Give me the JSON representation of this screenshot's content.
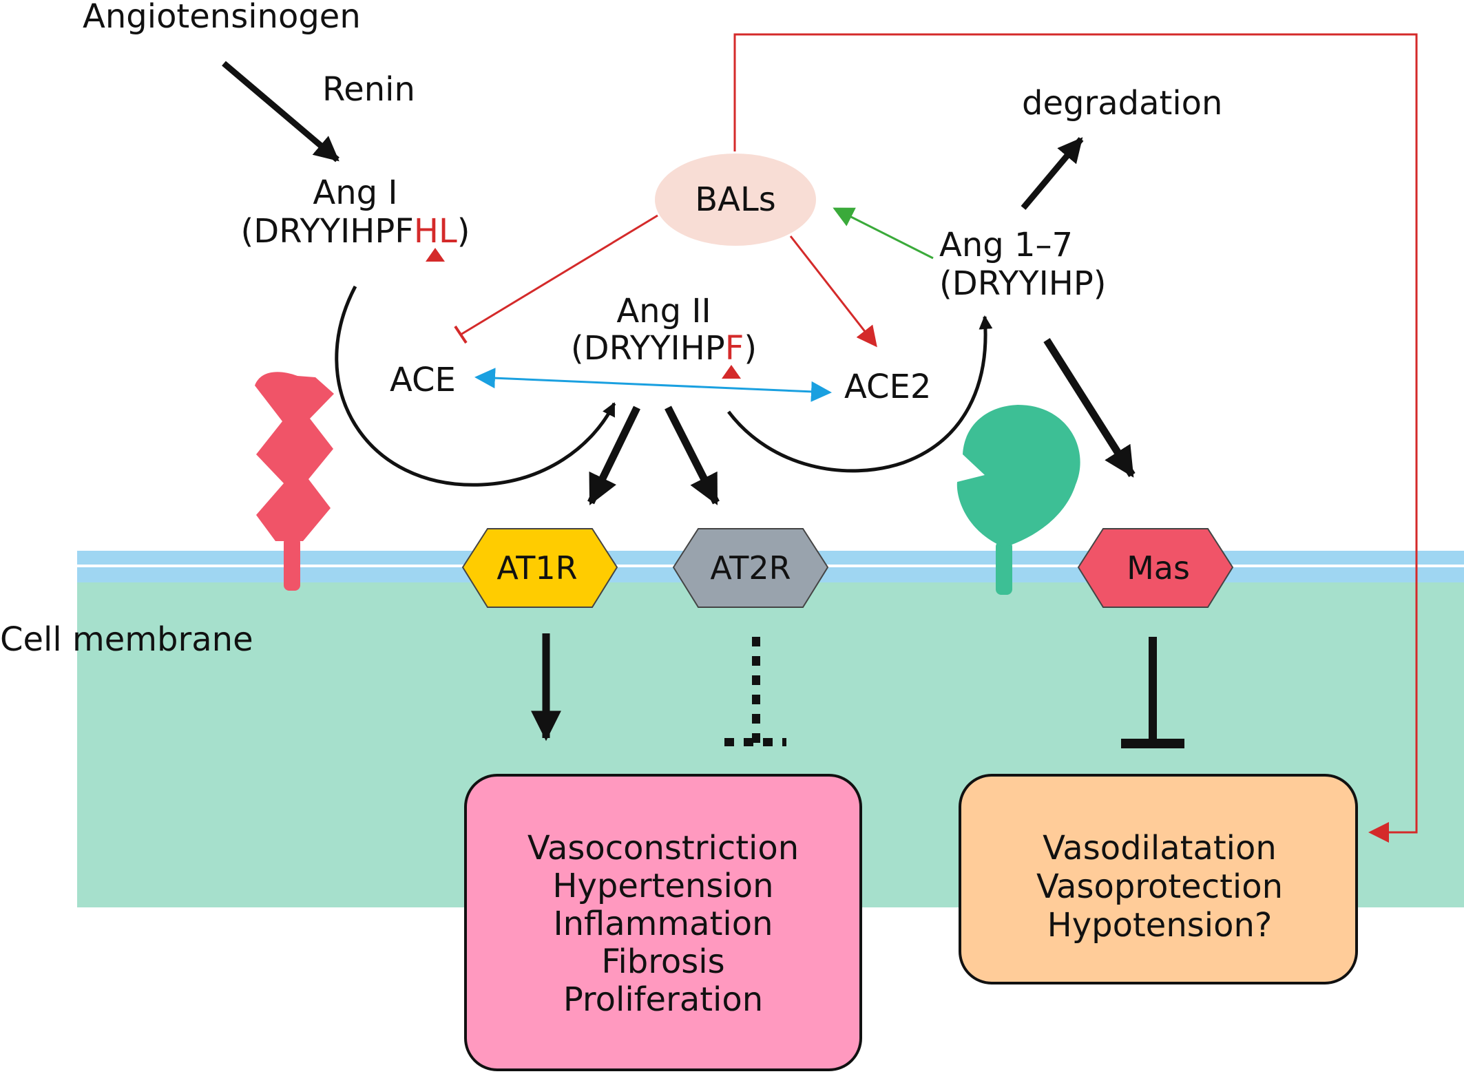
{
  "labels": {
    "angiotensinogen": "Angiotensinogen",
    "renin": "Renin",
    "ang1_name": "Ang I",
    "ang1_seq_open": "(DRYYIHPF",
    "ang1_seq_cut": "HL",
    "ang1_seq_close": ")",
    "bals": "BALs",
    "degradation": "degradation",
    "ang17_name": "Ang 1–7",
    "ang17_seq": "(DRYYIHP)",
    "ang2_name": "Ang II",
    "ang2_seq_open": "(DRYYIHP",
    "ang2_seq_cut": "F",
    "ang2_seq_close": ")",
    "ace": "ACE",
    "ace2": "ACE2",
    "cell_membrane": "Cell membrane"
  },
  "receptors": {
    "at1r": "AT1R",
    "at2r": "AT2R",
    "mas": "Mas"
  },
  "effects": {
    "left": [
      "Vasoconstriction",
      "Hypertension",
      "Inflammation",
      "Fibrosis",
      "Proliferation"
    ],
    "right": [
      "Vasodilatation",
      "Vasoprotection",
      "Hypotension?"
    ]
  },
  "colors": {
    "membrane_blue": "#9fd6f2",
    "cytoplasm": "#a6e0cc",
    "ace_enzyme": "#f05468",
    "ace2_enzyme": "#3dbf95",
    "at1r": "#ffcc00",
    "at2r": "#99a3ad",
    "mas": "#f05468",
    "bals_ellipse": "#f8ddd5",
    "effects_left": "#ff99bf",
    "effects_right": "#ffcc99",
    "inhibition_red": "#d42a2a",
    "activation_green": "#3aaa3a",
    "conversion_blue": "#1aa0e0"
  },
  "icons": {
    "cleavage_site": "red-triangle-icon",
    "ace_enzyme": "ace-enzyme-icon",
    "ace2_enzyme": "ace2-enzyme-icon"
  }
}
